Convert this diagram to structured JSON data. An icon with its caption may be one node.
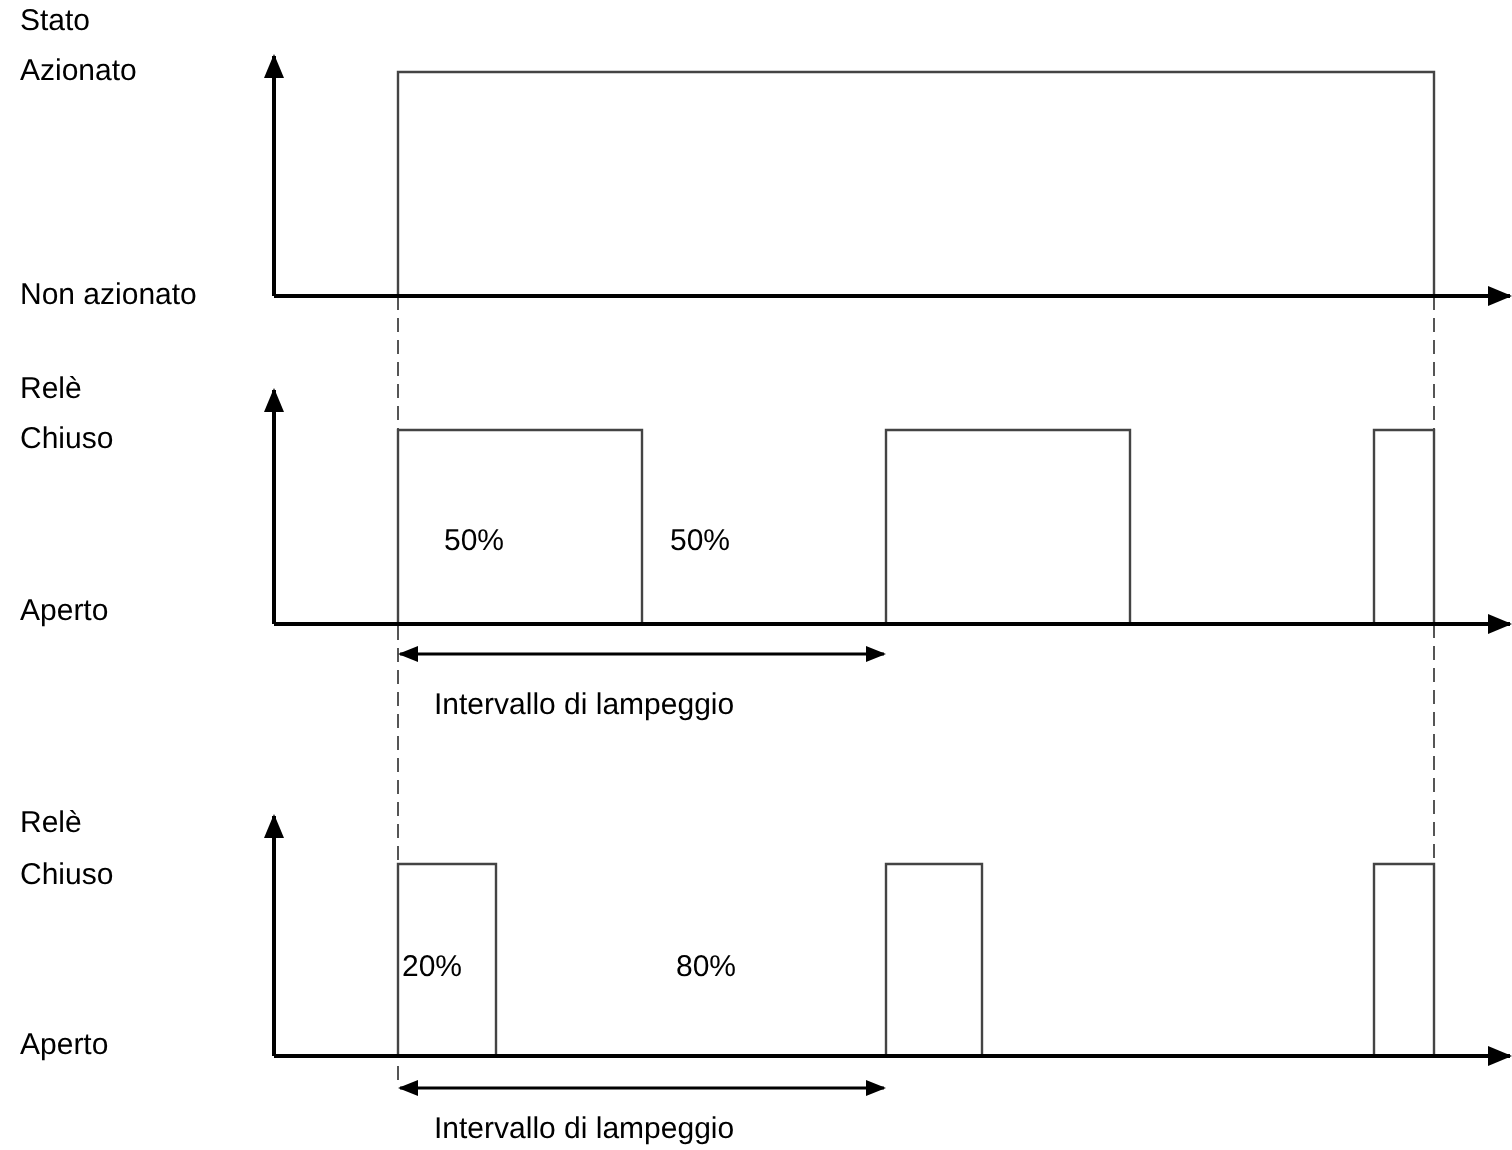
{
  "diagram": {
    "labels": [
      "Stato",
      "Azionato",
      "Non azionato",
      "Relè",
      "Chiuso",
      "50%",
      "50%",
      "Aperto",
      "Intervallo di lampeggio",
      "Relè",
      "Chiuso",
      "20%",
      "80%",
      "Aperto",
      "Intervallo di lampeggio"
    ]
  }
}
